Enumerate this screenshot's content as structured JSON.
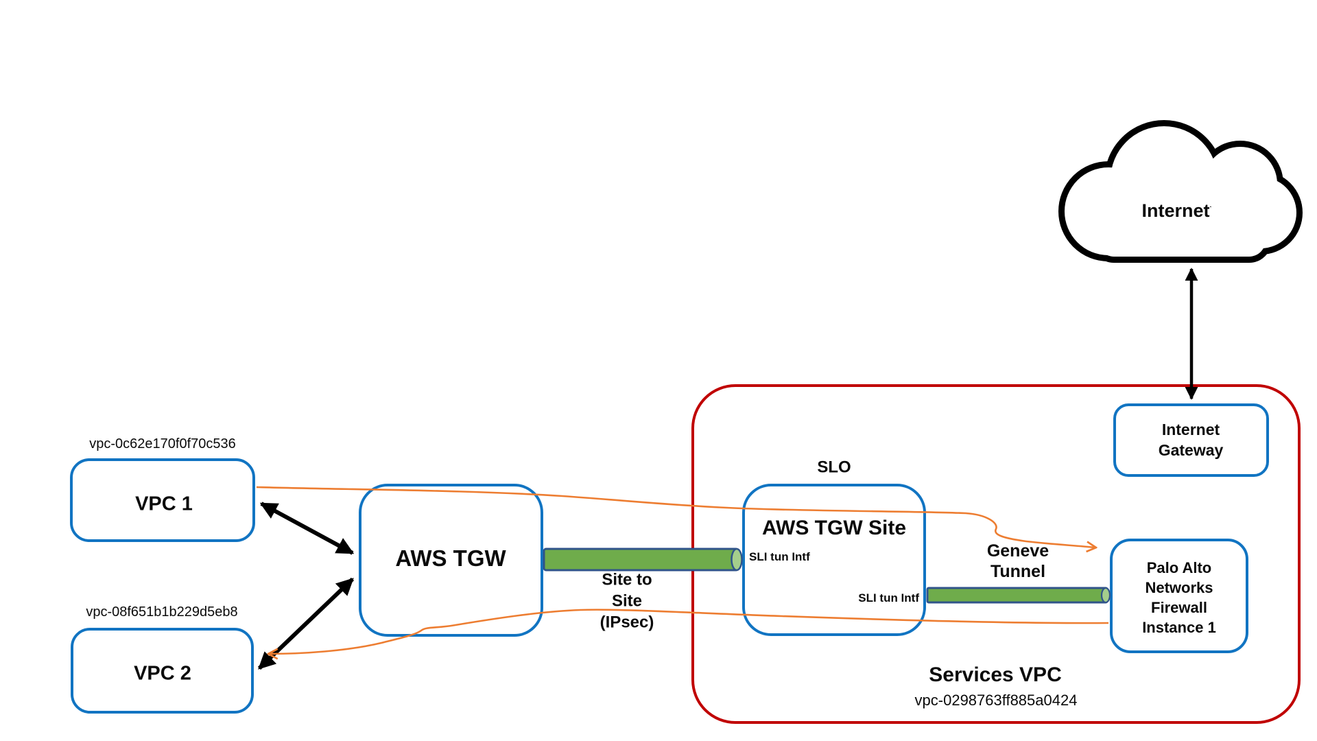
{
  "diagram": {
    "internet_cloud": {
      "label": "Internet"
    },
    "internet_gateway": {
      "lines": [
        "Internet",
        "Gateway"
      ]
    },
    "services_vpc": {
      "label": "Services VPC",
      "vpc_id": "vpc-0298763ff885a0424"
    },
    "aws_tgw_site": {
      "slo_label": "SLO",
      "title": "AWS TGW Site",
      "sli_tun_intf_left": "SLI tun Intf",
      "sli_tun_intf_right": "SLI tun Intf"
    },
    "palo_alto_firewall": {
      "lines": [
        "Palo Alto",
        "Networks",
        "Firewall",
        "Instance 1"
      ]
    },
    "geneve_tunnel": {
      "lines": [
        "Geneve",
        "Tunnel"
      ]
    },
    "site_to_site_tunnel": {
      "lines": [
        "Site to",
        "Site",
        "(IPsec)"
      ]
    },
    "aws_tgw": {
      "label": "AWS TGW"
    },
    "vpc1": {
      "label": "VPC 1",
      "vpc_id": "vpc-0c62e170f0f70c536"
    },
    "vpc2": {
      "label": "VPC 2",
      "vpc_id": "vpc-08f651b1b229d5eb8"
    },
    "colors": {
      "box_border_blue": "#1174C2",
      "services_vpc_red": "#C00000",
      "tunnel_green": "#6FAC4B",
      "tunnel_cap_green": "#A5CE8C",
      "tunnel_border_navy": "#30548A",
      "flow_orange": "#ED7D31",
      "arrow_black": "#000000"
    }
  }
}
